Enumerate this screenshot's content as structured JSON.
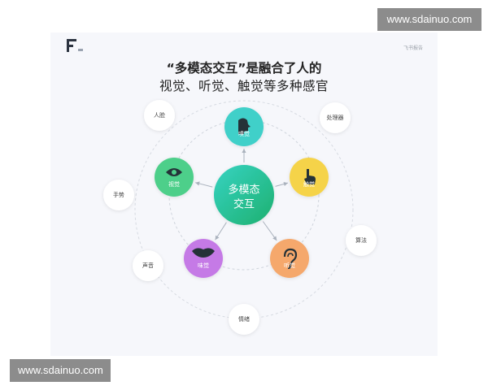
{
  "brand_text": "飞书报告",
  "title_line1": "“多模态交互”是融合了人的",
  "title_line2": "视觉、听觉、触觉等多种感官",
  "center_label_line1": "多模态",
  "center_label_line2": "交互",
  "inner_nodes": [
    {
      "label": "嗅觉",
      "color": "#3fd0c9",
      "icon": "nose-face-icon"
    },
    {
      "label": "触觉",
      "color": "#f5d34a",
      "icon": "pointing-hand-icon"
    },
    {
      "label": "听觉",
      "color": "#f5a86c",
      "icon": "ear-icon"
    },
    {
      "label": "味觉",
      "color": "#c57ae6",
      "icon": "lips-icon"
    },
    {
      "label": "视觉",
      "color": "#4ecf8a",
      "icon": "eye-icon"
    }
  ],
  "outer_nodes": [
    "人脸",
    "处理器",
    "手势",
    "算法",
    "声音",
    "情绪"
  ],
  "watermark_top": "www.sdainuo.com",
  "watermark_bottom": "www.sdainuo.com",
  "colors": {
    "center_gradient_start": "#35d3c2",
    "center_gradient_end": "#1fb06f",
    "card_background": "#f6f7fb"
  }
}
